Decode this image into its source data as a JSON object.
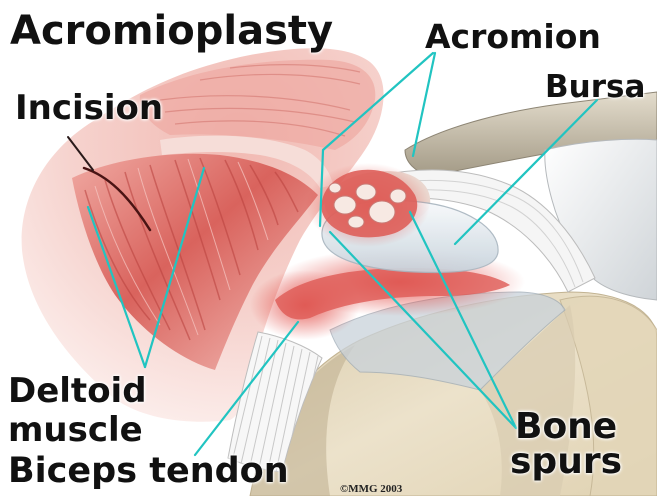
{
  "title": "Acromioplasty",
  "labels": {
    "acromion": "Acromion",
    "bursa": "Bursa",
    "incision": "Incision",
    "deltoid_muscle": [
      "Deltoid",
      "muscle"
    ],
    "biceps_tendon": "Biceps tendon",
    "bone_spurs": [
      "Bone",
      "spurs"
    ]
  },
  "copyright": "©MMG 2003",
  "colors": {
    "leader_line": "#21c4c1",
    "label_text": "#111111"
  }
}
